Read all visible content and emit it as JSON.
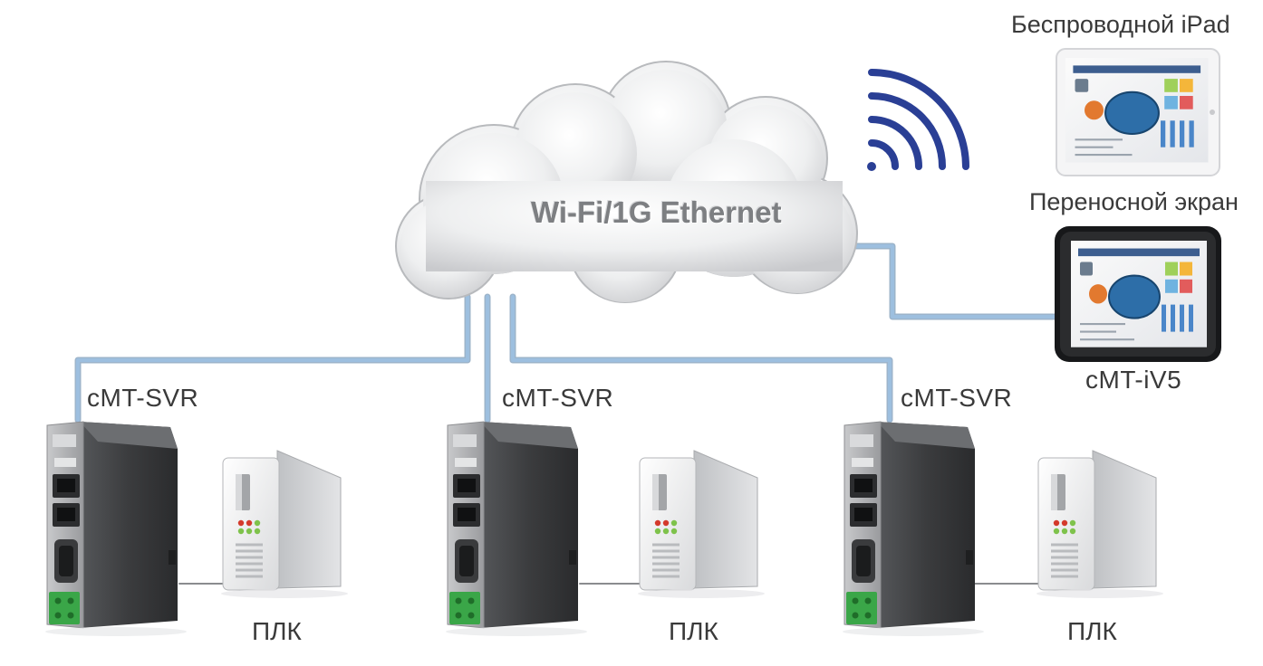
{
  "network": {
    "label": "Wi-Fi/1G Ethernet"
  },
  "wireless_device": {
    "label": "Беспроводной iPad"
  },
  "portable_screen": {
    "label": "Переносной экран",
    "model": "cMT-iV5"
  },
  "servers": [
    {
      "label": "cMT-SVR"
    },
    {
      "label": "cMT-SVR"
    },
    {
      "label": "cMT-SVR"
    }
  ],
  "plcs": [
    {
      "label": "ПЛК"
    },
    {
      "label": "ПЛК"
    },
    {
      "label": "ПЛК"
    }
  ],
  "colors": {
    "cable": "#7aa2c8",
    "cable_dark": "#4d77a0",
    "wifi": "#2a3f95",
    "device_body": "#3b3c3e",
    "terminal_green": "#3aa648",
    "cloud": "#e6e7e9",
    "led_red": "#d43a2c",
    "led_green": "#7ec24b"
  },
  "icons": [
    "wifi-signal-icon",
    "cloud-icon",
    "ipad-icon",
    "tablet-icon",
    "server-icon",
    "plc-icon"
  ]
}
